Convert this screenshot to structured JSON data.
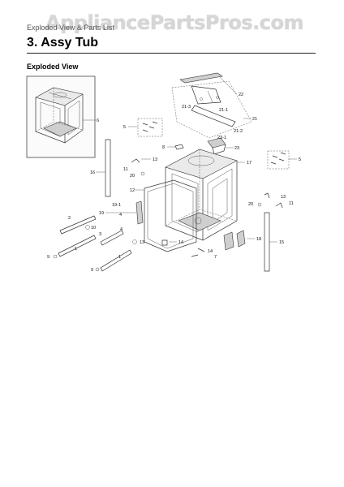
{
  "watermark": "AppliancePartsPros.com",
  "header": {
    "breadcrumb": "Exploded View & Parts List",
    "section_title": "3.  Assy Tub",
    "subtitle": "Exploded View"
  },
  "callouts": {
    "c1a": "1",
    "c1b": "1",
    "c2": "2",
    "c3": "3",
    "c4a": "4",
    "c4b": "4",
    "c5a": "5",
    "c5b": "5",
    "c6": "6",
    "c7": "7",
    "c8": "8",
    "c9a": "9",
    "c9b": "9",
    "c10": "10",
    "c11a": "11",
    "c11b": "11",
    "c12": "12",
    "c13a": "13",
    "c13b": "13",
    "c13c": "13",
    "c14a": "14",
    "c14b": "14",
    "c15": "15",
    "c16": "16",
    "c17": "17",
    "c18": "18",
    "c19": "19",
    "c19_1": "19-1",
    "c20a": "20",
    "c20b": "20",
    "c21": "21",
    "c21_1": "21-1",
    "c21_2": "21-2",
    "c21_3": "21-3",
    "c22": "22",
    "c23": "23",
    "c23_1": "23-1"
  }
}
